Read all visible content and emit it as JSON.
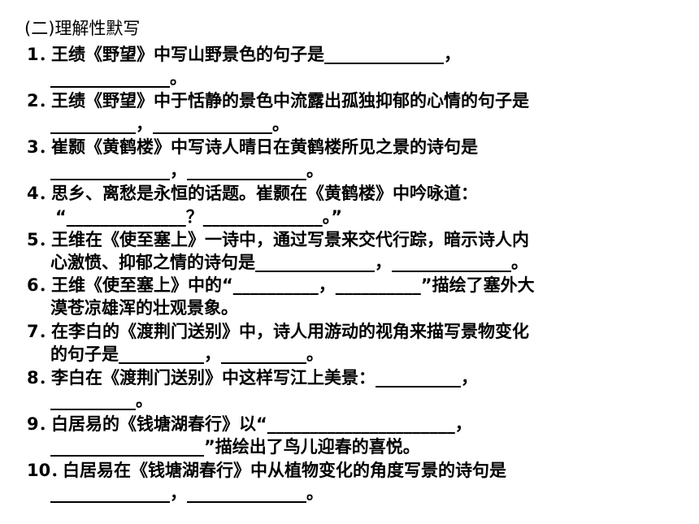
{
  "heading": "(二)理解性默写",
  "items": [
    {
      "num": "1．",
      "lines": [
        "王绩《野望》中写山野景色的句子是______________，",
        "______________。"
      ]
    },
    {
      "num": "2．",
      "lines": [
        "王绩《野望》中于恬静的景色中流露出孤独抑郁的心情的句子是",
        "__________，______________。"
      ]
    },
    {
      "num": "3．",
      "lines": [
        "崔颢《黄鹤楼》中写诗人晴日在黄鹤楼所见之景的诗句是",
        "______________，______________。"
      ]
    },
    {
      "num": "4．",
      "lines": [
        "思乡、离愁是永恒的话题。崔颢在《黄鹤楼》中吟咏道：",
        "“______________？______________。”"
      ]
    },
    {
      "num": "5．",
      "lines": [
        "王维在《使至塞上》一诗中，通过写景来交代行踪，暗示诗人内",
        "心激愤、抑郁之情的诗句是______________，______________。"
      ]
    },
    {
      "num": "6．",
      "lines": [
        "王维《使至塞上》中的“__________，__________”描绘了塞外大",
        "漠苍凉雄浑的壮观景象。"
      ]
    },
    {
      "num": "7．",
      "lines": [
        "在李白的《渡荆门送别》中，诗人用游动的视角来描写景物变化",
        "的句子是__________，__________。"
      ]
    },
    {
      "num": "8．",
      "lines": [
        "李白在《渡荆门送别》中这样写江上美景：__________，",
        "__________。"
      ]
    },
    {
      "num": "9．",
      "lines": [
        "白居易的《钱塘湖春行》以“______________________，",
        "__________________”描绘出了鸟儿迎春的喜悦。"
      ]
    },
    {
      "num": "10．",
      "lines": [
        "白居易在《钱塘湖春行》中从植物变化的角度写景的诗句是",
        "______________，______________。"
      ]
    }
  ]
}
